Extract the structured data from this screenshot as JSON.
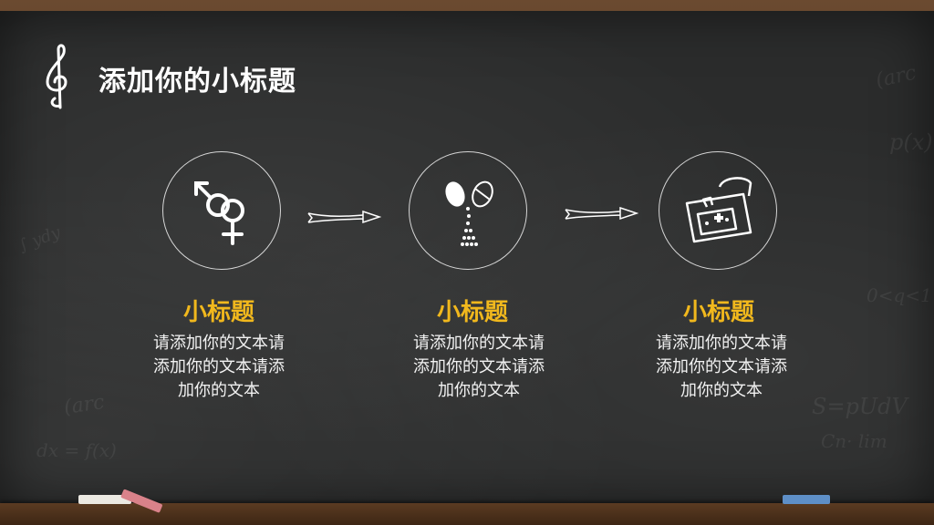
{
  "slide": {
    "title": "添加你的小标题",
    "icon": "treble-clef-icon"
  },
  "items": [
    {
      "icon": "gender-symbols-icon",
      "title": "小标题",
      "lines": [
        "请添加你的文本请",
        "添加你的文本请添",
        "加你的文本"
      ]
    },
    {
      "icon": "capsule-pills-icon",
      "title": "小标题",
      "lines": [
        "请添加你的文本请",
        "添加你的文本请添",
        "加你的文本"
      ]
    },
    {
      "icon": "first-aid-kit-icon",
      "title": "小标题",
      "lines": [
        "请添加你的文本请",
        "添加你的文本请添",
        "加你的文本"
      ]
    }
  ],
  "colors": {
    "board": "#2b2c2c",
    "accent": "#f1b81d",
    "text": "#f2f2f2",
    "frame": "#4a2f1b"
  }
}
